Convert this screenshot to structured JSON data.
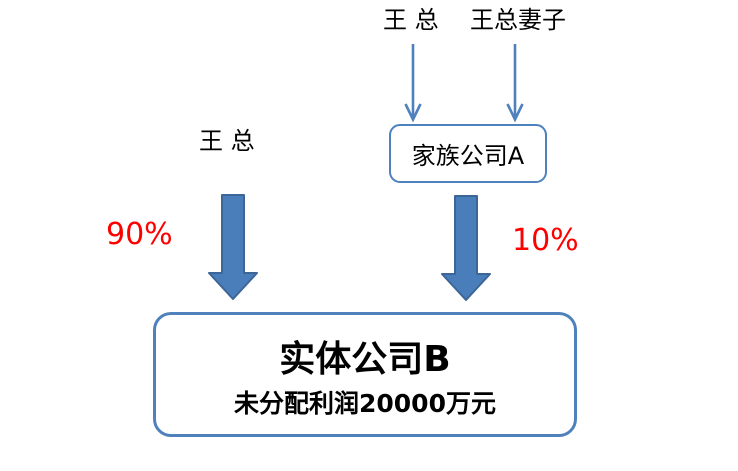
{
  "diagram": {
    "title_semantic": "ownership-structure-diagram",
    "colors": {
      "background": "#ffffff",
      "box_border": "#4f81bd",
      "connector_line": "#4f81bd",
      "thick_arrow_fill": "#4a7ebb",
      "thick_arrow_stroke": "#3c6598",
      "percent_text": "#ff0000",
      "label_text": "#000000"
    },
    "top_labels": {
      "husband": "王 总",
      "wife": "王总妻子"
    },
    "family_box": {
      "label": "家族公司A"
    },
    "left_branch": {
      "person": "王 总",
      "share": "90%"
    },
    "right_branch": {
      "share": "10%"
    },
    "entity_box": {
      "title": "实体公司B",
      "subtitle": "未分配利润20000万元"
    },
    "connectors": [
      {
        "name": "thin-down-arrow-husband-to-family-box",
        "type": "thin-arrow"
      },
      {
        "name": "thin-down-arrow-wife-to-family-box",
        "type": "thin-arrow"
      },
      {
        "name": "thick-down-arrow-person-to-entity",
        "type": "thick-arrow",
        "share": "90%"
      },
      {
        "name": "thick-down-arrow-family-to-entity",
        "type": "thick-arrow",
        "share": "10%"
      }
    ]
  }
}
